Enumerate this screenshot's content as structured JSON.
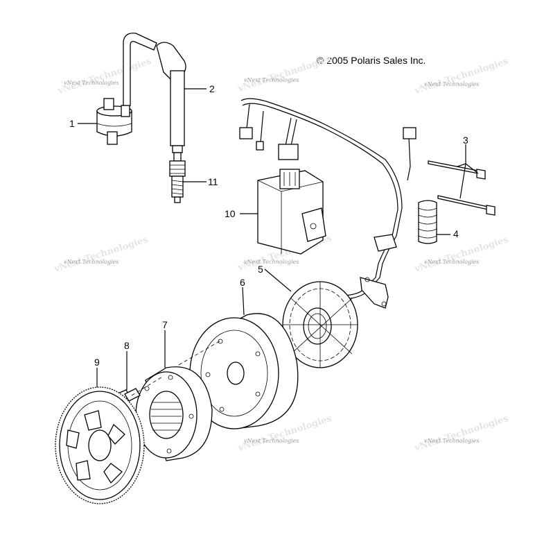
{
  "copyright": "© 2005 Polaris Sales Inc.",
  "watermark": "vNext Technologies",
  "callouts": [
    "1",
    "2",
    "3",
    "4",
    "5",
    "6",
    "7",
    "8",
    "9",
    "10",
    "11"
  ]
}
